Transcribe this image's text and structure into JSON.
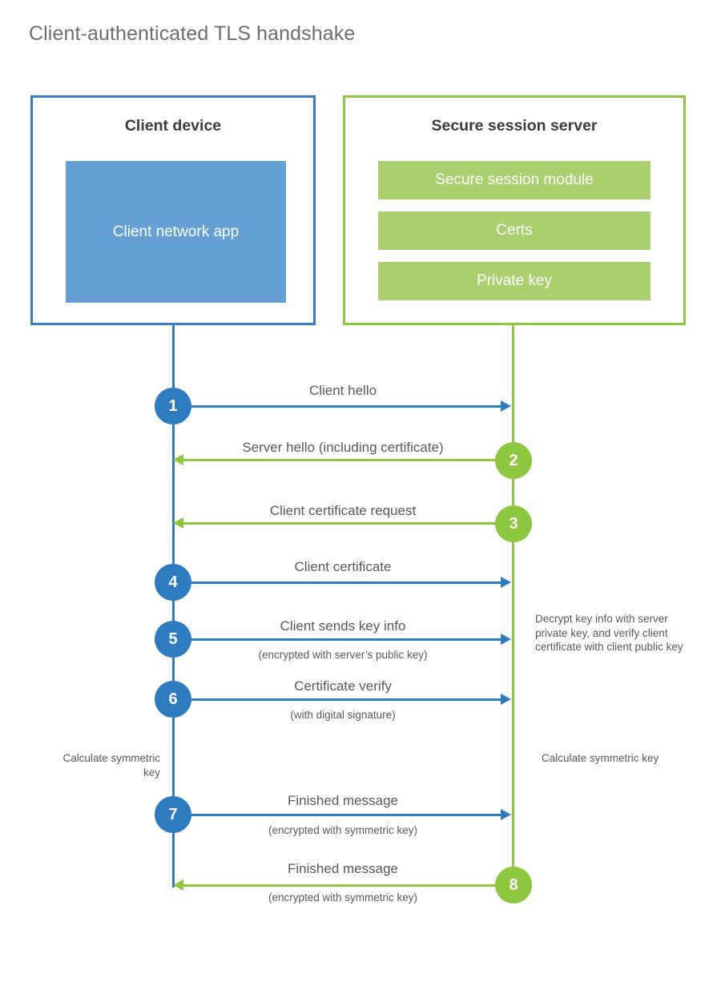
{
  "title": "Client-authenticated TLS handshake",
  "actors": {
    "client": {
      "title": "Client device",
      "app_label": "Client network app",
      "border_color": "#3a7cbe",
      "fill_color": "#65a0d4"
    },
    "server": {
      "title": "Secure session server",
      "border_color": "#8dc63f",
      "block_color": "#a9d06e",
      "blocks": [
        {
          "label": "Secure session module"
        },
        {
          "label": "Certs"
        },
        {
          "label": "Private key"
        }
      ]
    }
  },
  "colors": {
    "blue": "#2e7cbf",
    "green": "#8dc63f",
    "text": "#58595b",
    "title": "#6d6e71"
  },
  "steps": [
    {
      "number": "1",
      "label": "Client hello",
      "sublabel": "",
      "direction": "client-to-server",
      "color": "blue"
    },
    {
      "number": "2",
      "label": "Server hello (including certificate)",
      "sublabel": "",
      "direction": "server-to-client",
      "color": "green"
    },
    {
      "number": "3",
      "label": "Client certificate request",
      "sublabel": "",
      "direction": "server-to-client",
      "color": "green"
    },
    {
      "number": "4",
      "label": "Client certificate",
      "sublabel": "",
      "direction": "client-to-server",
      "color": "blue"
    },
    {
      "number": "5",
      "label": "Client sends key info",
      "sublabel": "(encrypted with server’s public key)",
      "direction": "client-to-server",
      "color": "blue"
    },
    {
      "number": "6",
      "label": "Certificate verify",
      "sublabel": "(with digital signature)",
      "direction": "client-to-server",
      "color": "blue"
    },
    {
      "number": "7",
      "label": "Finished message",
      "sublabel": "(encrypted with symmetric key)",
      "direction": "client-to-server",
      "color": "blue"
    },
    {
      "number": "8",
      "label": "Finished message",
      "sublabel": "(encrypted with symmetric key)",
      "direction": "server-to-client",
      "color": "green"
    }
  ],
  "notes": {
    "server_decrypt": "Decrypt key info with server private key, and verify client certificate with client public key",
    "client_calc": "Calculate symmetric key",
    "server_calc": "Calculate symmetric key"
  }
}
